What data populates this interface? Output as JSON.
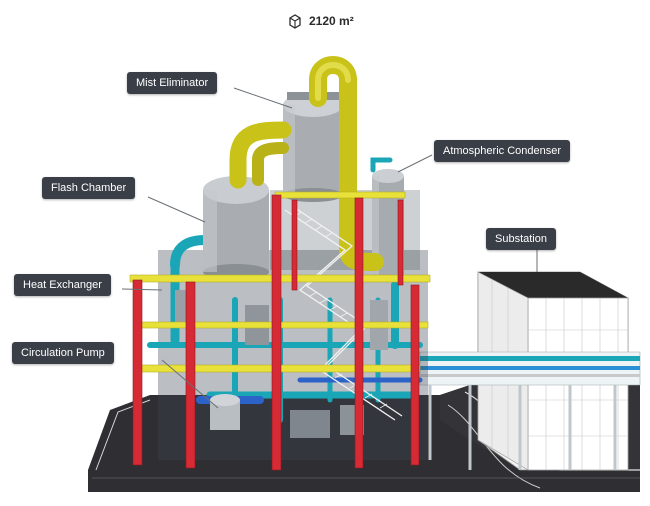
{
  "area": {
    "icon": "floor-area-icon",
    "value": "2120 m²"
  },
  "callouts": {
    "mist_eliminator": "Mist Eliminator",
    "flash_chamber": "Flash Chamber",
    "atmospheric_condenser": "Atmospheric Condenser",
    "substation": "Substation",
    "heat_exchanger": "Heat Exchanger",
    "circulation_pump": "Circulation Pump"
  },
  "colors": {
    "steel_frame": "#d62a35",
    "yellow_beams": "#e8e13a",
    "piping_cyan": "#1aa6b7",
    "vessel_grey": "#a9adb2",
    "vent_pipe": "#c9c219",
    "label_bg": "#3a3f47",
    "ground": "#2f2f33"
  }
}
